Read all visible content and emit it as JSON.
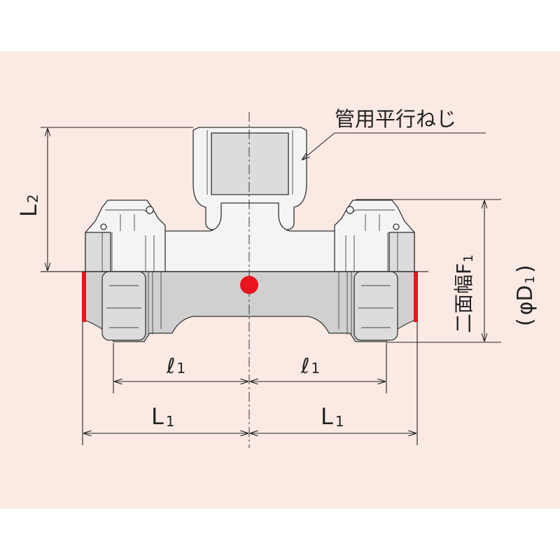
{
  "labels": {
    "thread": "管用平行ねじ",
    "l_left_main": "ℓ",
    "l_left_sub": "1",
    "l_right_main": "ℓ",
    "l_right_sub": "1",
    "L1_left_main": "L",
    "L1_left_sub": "1",
    "L1_right_main": "L",
    "L1_right_sub": "1",
    "L2_main": "L",
    "L2_sub": "2",
    "F1_main": "二面幅F",
    "F1_sub": "1",
    "D1_open": "(",
    "D1_phi": "φD",
    "D1_sub": "1",
    "D1_close": ")"
  },
  "colors": {
    "background": "#fbeae4",
    "marker": "#e8141e",
    "seal": "#e8141e"
  }
}
